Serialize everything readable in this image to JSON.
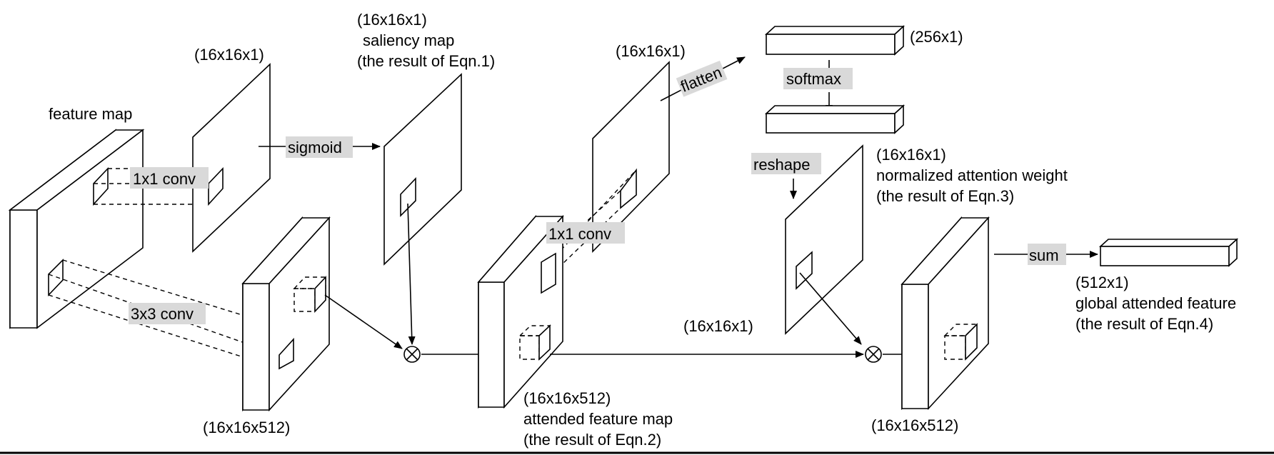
{
  "labels": {
    "feature_map": "feature map",
    "dim_16x16x1_top": "(16x16x1)",
    "conv1x1_left": "1x1 conv",
    "sigmoid": "sigmoid",
    "saliency_dim": "(16x16x1)",
    "saliency_name": "saliency map",
    "saliency_eqn": "(the result of Eqn.1)",
    "conv3x3": "3x3 conv",
    "dim_16x16x512_left": "(16x16x512)",
    "dim_16x16x1_mid": "(16x16x1)",
    "flatten": "flatten",
    "conv1x1_mid": "1x1 conv",
    "attended_dim": "(16x16x512)",
    "attended_name": "attended feature map",
    "attended_eqn": "(the result of Eqn.2)",
    "dim_256x1": "(256x1)",
    "softmax": "softmax",
    "reshape": "reshape",
    "norm_dim": "(16x16x1)",
    "norm_name": "normalized attention weight",
    "norm_eqn": "(the result of Eqn.3)",
    "dim_16x16x1_low": "(16x16x1)",
    "sum": "sum",
    "dim_16x16x512_right": "(16x16x512)",
    "global_dim": "(512x1)",
    "global_name": "global attended feature",
    "global_eqn": "(the result of Eqn.4)"
  }
}
